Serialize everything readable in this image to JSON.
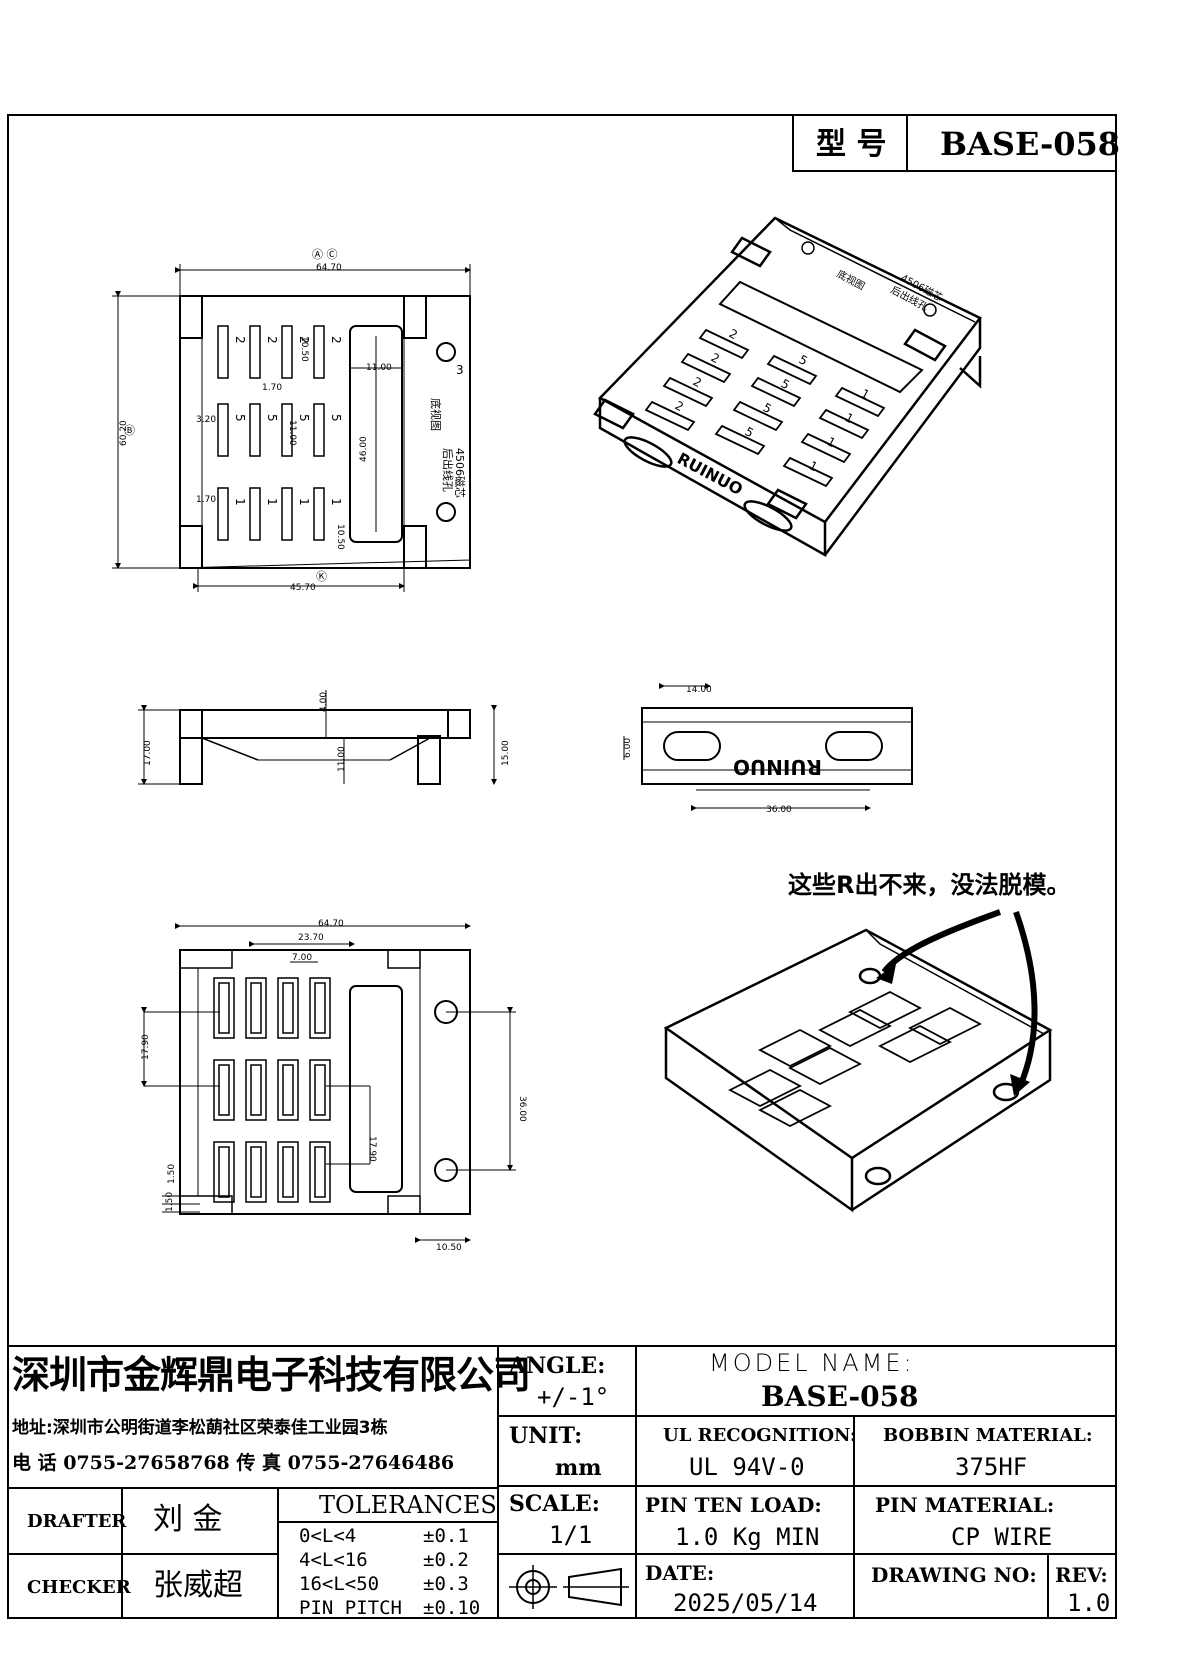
{
  "header": {
    "model_label": "型 号",
    "model_value": "BASE-058"
  },
  "top_view": {
    "dim_width": "64.70",
    "dim_height": "60.20",
    "dim_bottom": "45.70",
    "dim_slot_w": "1.70",
    "dim_slot_w2": "1.70",
    "dim_gap": "3.20",
    "dim_window_w": "11.00",
    "dim_window_h": "46.00",
    "dim_slot_len": "10.50",
    "dim_slot_len2": "10.50",
    "dim_slot_11": "11.00",
    "pin_labels": [
      "2",
      "2",
      "2",
      "2",
      "5",
      "5",
      "5",
      "5",
      "1",
      "1",
      "1",
      "1"
    ],
    "pin_3": "3",
    "side_text_1": "底视图",
    "side_text_2": "4506磁芯",
    "side_text_3": "后出线孔"
  },
  "side_view": {
    "dim_height": "17.00",
    "dim_top": "4.00",
    "dim_inner": "11.00",
    "dim_right": "15.00"
  },
  "front_view": {
    "dim_top": "14.00",
    "dim_left": "6.00",
    "dim_bottom": "36.00",
    "brand": "RUINUO"
  },
  "bottom_view": {
    "dim_width": "64.70",
    "dim_inner": "23.70",
    "dim_slot": "7.00",
    "dim_left": "17.90",
    "dim_mid": "17.90",
    "dim_right": "36.00",
    "dim_y1": "1.50",
    "dim_y2": "1.50",
    "dim_bottom": "10.50"
  },
  "iso_view": {
    "brand": "RUINUO",
    "pin_labels": [
      "1",
      "1",
      "1",
      "1",
      "5",
      "5",
      "5",
      "5",
      "2",
      "2",
      "2",
      "2"
    ],
    "text_1": "底视图",
    "text_2": "4506磁芯",
    "text_3": "后出线孔"
  },
  "annotation": {
    "note": "这些R出不来，没法脱模。"
  },
  "title_block": {
    "company": "深圳市金辉鼎电子科技有限公司",
    "address": "地址:深圳市公明街道李松蓢社区荣泰佳工业园3栋",
    "phone": "电 话  0755-27658768   传 真  0755-27646486",
    "drafter_label": "DRAFTER",
    "drafter_name": "刘  金",
    "checker_label": "CHECKER",
    "checker_name": "张威超",
    "tolerances_title": "TOLERANCES",
    "tolerances": [
      {
        "range": "0<L<4",
        "value": "±0.1"
      },
      {
        "range": "4<L<16",
        "value": "±0.2"
      },
      {
        "range": "16<L<50",
        "value": "±0.3"
      },
      {
        "range": "PIN PITCH",
        "value": "±0.10"
      }
    ],
    "angle_label": "ANGLE:",
    "angle_value": "+/-1°",
    "unit_label": "UNIT:",
    "unit_value": "mm",
    "scale_label": "SCALE:",
    "scale_value": "1/1",
    "model_name_label": "MODEL NAME:",
    "model_name_value": "BASE-058",
    "ul_label": "UL RECOGNITION:",
    "ul_value": "UL 94V-0",
    "bobbin_label": "BOBBIN MATERIAL:",
    "bobbin_value": "375HF",
    "pin_load_label": "PIN TEN LOAD:",
    "pin_load_value": "1.0 Kg MIN",
    "pin_material_label": "PIN MATERIAL:",
    "pin_material_value": "CP WIRE",
    "date_label": "DATE:",
    "date_value": "2025/05/14",
    "drawing_no_label": "DRAWING NO:",
    "drawing_no_value": "",
    "rev_label": "REV:",
    "rev_value": "1.0"
  }
}
